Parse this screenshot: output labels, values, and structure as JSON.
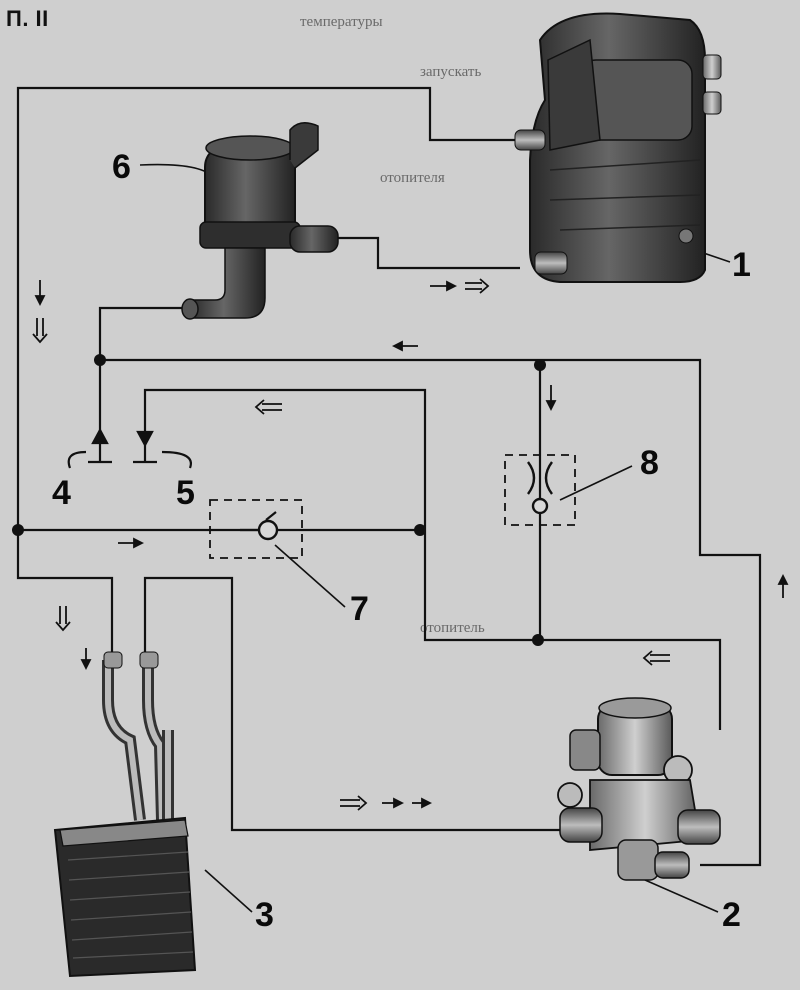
{
  "page": {
    "corner_label": "П. II",
    "background_color": "#cfcfcf",
    "line_color": "#111111",
    "component_color": "#3c3c3c"
  },
  "labels": {
    "n1": "1",
    "n2": "2",
    "n3": "3",
    "n4": "4",
    "n5": "5",
    "n6": "6",
    "n7": "7",
    "n8": "8"
  },
  "background_text": [
    "температуры",
    "запускать",
    "отопителя",
    "отопитель"
  ],
  "icons": {
    "heater_unit": "heater-unit-icon",
    "electric_pump": "electric-pump-icon",
    "heater_core": "heater-core-radiator-icon",
    "heater_valve": "heater-valve-icon",
    "check_valve": "check-valve-icon",
    "flow_arrow_outline": "double-arrow-icon",
    "flow_arrow_solid": "arrow-icon"
  }
}
